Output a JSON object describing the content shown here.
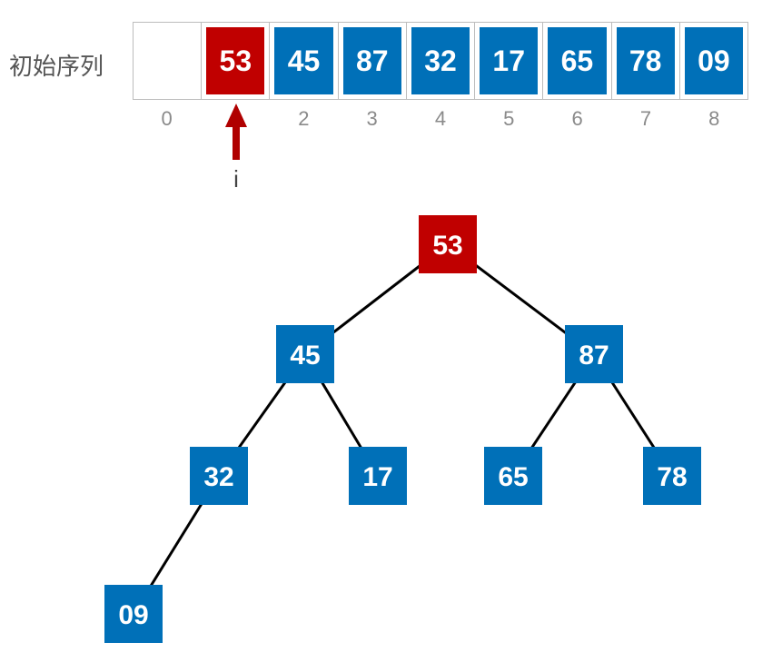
{
  "sequence_label": "初始序列",
  "pointer_label": "i",
  "colors": {
    "node": "#0070b8",
    "highlight": "#c00000",
    "edge": "#000000",
    "arrow": "#b00000"
  },
  "array": [
    {
      "index": "0",
      "value": ""
    },
    {
      "index": "",
      "value": "53",
      "highlight": true
    },
    {
      "index": "2",
      "value": "45"
    },
    {
      "index": "3",
      "value": "87"
    },
    {
      "index": "4",
      "value": "32"
    },
    {
      "index": "5",
      "value": "17"
    },
    {
      "index": "6",
      "value": "65"
    },
    {
      "index": "7",
      "value": "78"
    },
    {
      "index": "8",
      "value": "09"
    }
  ],
  "tree": {
    "nodes": [
      {
        "id": 1,
        "value": "53",
        "highlight": true
      },
      {
        "id": 2,
        "value": "45"
      },
      {
        "id": 3,
        "value": "87"
      },
      {
        "id": 4,
        "value": "32"
      },
      {
        "id": 5,
        "value": "17"
      },
      {
        "id": 6,
        "value": "65"
      },
      {
        "id": 7,
        "value": "78"
      },
      {
        "id": 8,
        "value": "09"
      }
    ],
    "edges": [
      [
        1,
        2
      ],
      [
        1,
        3
      ],
      [
        2,
        4
      ],
      [
        2,
        5
      ],
      [
        3,
        6
      ],
      [
        3,
        7
      ],
      [
        4,
        8
      ]
    ]
  }
}
